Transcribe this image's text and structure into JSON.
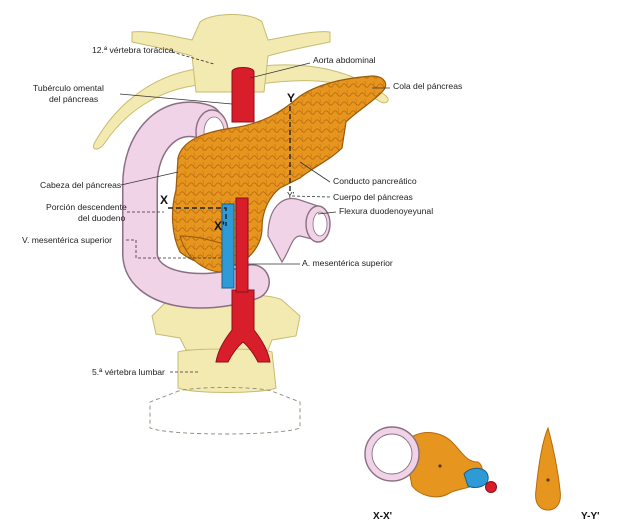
{
  "labels": {
    "vertebra_toracica": "12.ª vértebra torácica",
    "aorta": "Aorta abdominal",
    "tuberculo_1": "Tubérculo omental",
    "tuberculo_2": "del páncreas",
    "cola": "Cola del páncreas",
    "cabeza": "Cabeza del páncreas",
    "conducto": "Conducto pancreático",
    "porcion_1": "Porción descendente",
    "porcion_2": "del duodeno",
    "cuerpo": "Cuerpo del páncreas",
    "flexura": "Flexura duodenoyeyunal",
    "vena": "V. mesentérica superior",
    "arteria": "A. mesentérica superior",
    "vertebra_lumbar": "5.ª vértebra lumbar"
  },
  "cut_markers": {
    "x_left": "X",
    "x_right": "X'",
    "y_top": "Y",
    "y_bottom": "Y'"
  },
  "sections": {
    "xx": "X-X'",
    "yy": "Y-Y'"
  },
  "colors": {
    "pancreas": "#e6951f",
    "pancreas_shadow": "#b86a0c",
    "bone": "#f3eab2",
    "bone_outline": "#c8bb6f",
    "duodenum": "#f0d3e6",
    "duodenum_outline": "#8a6f82",
    "artery": "#d81e2b",
    "vein": "#2f9bd6"
  }
}
